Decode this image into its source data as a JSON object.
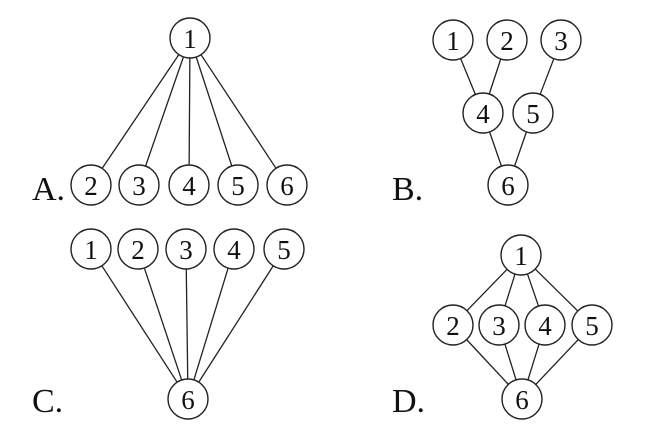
{
  "diagrams": [
    {
      "label": "A.",
      "nodes": [
        {
          "id": "a1",
          "text": "1"
        },
        {
          "id": "a2",
          "text": "2"
        },
        {
          "id": "a3",
          "text": "3"
        },
        {
          "id": "a4",
          "text": "4"
        },
        {
          "id": "a5",
          "text": "5"
        },
        {
          "id": "a6",
          "text": "6"
        }
      ],
      "edges": [
        [
          "a1",
          "a2"
        ],
        [
          "a1",
          "a3"
        ],
        [
          "a1",
          "a4"
        ],
        [
          "a1",
          "a5"
        ],
        [
          "a1",
          "a6"
        ]
      ]
    },
    {
      "label": "B.",
      "nodes": [
        {
          "id": "b1",
          "text": "1"
        },
        {
          "id": "b2",
          "text": "2"
        },
        {
          "id": "b3",
          "text": "3"
        },
        {
          "id": "b4",
          "text": "4"
        },
        {
          "id": "b5",
          "text": "5"
        },
        {
          "id": "b6",
          "text": "6"
        }
      ],
      "edges": [
        [
          "b1",
          "b4"
        ],
        [
          "b2",
          "b4"
        ],
        [
          "b3",
          "b5"
        ],
        [
          "b4",
          "b6"
        ],
        [
          "b5",
          "b6"
        ]
      ]
    },
    {
      "label": "C.",
      "nodes": [
        {
          "id": "c1",
          "text": "1"
        },
        {
          "id": "c2",
          "text": "2"
        },
        {
          "id": "c3",
          "text": "3"
        },
        {
          "id": "c4",
          "text": "4"
        },
        {
          "id": "c5",
          "text": "5"
        },
        {
          "id": "c6",
          "text": "6"
        }
      ],
      "edges": [
        [
          "c1",
          "c6"
        ],
        [
          "c2",
          "c6"
        ],
        [
          "c3",
          "c6"
        ],
        [
          "c4",
          "c6"
        ],
        [
          "c5",
          "c6"
        ]
      ]
    },
    {
      "label": "D.",
      "nodes": [
        {
          "id": "d1",
          "text": "1"
        },
        {
          "id": "d2",
          "text": "2"
        },
        {
          "id": "d3",
          "text": "3"
        },
        {
          "id": "d4",
          "text": "4"
        },
        {
          "id": "d5",
          "text": "5"
        },
        {
          "id": "d6",
          "text": "6"
        }
      ],
      "edges": [
        [
          "d1",
          "d2"
        ],
        [
          "d1",
          "d3"
        ],
        [
          "d1",
          "d4"
        ],
        [
          "d1",
          "d5"
        ],
        [
          "d2",
          "d6"
        ],
        [
          "d3",
          "d6"
        ],
        [
          "d4",
          "d6"
        ],
        [
          "d5",
          "d6"
        ]
      ]
    }
  ]
}
